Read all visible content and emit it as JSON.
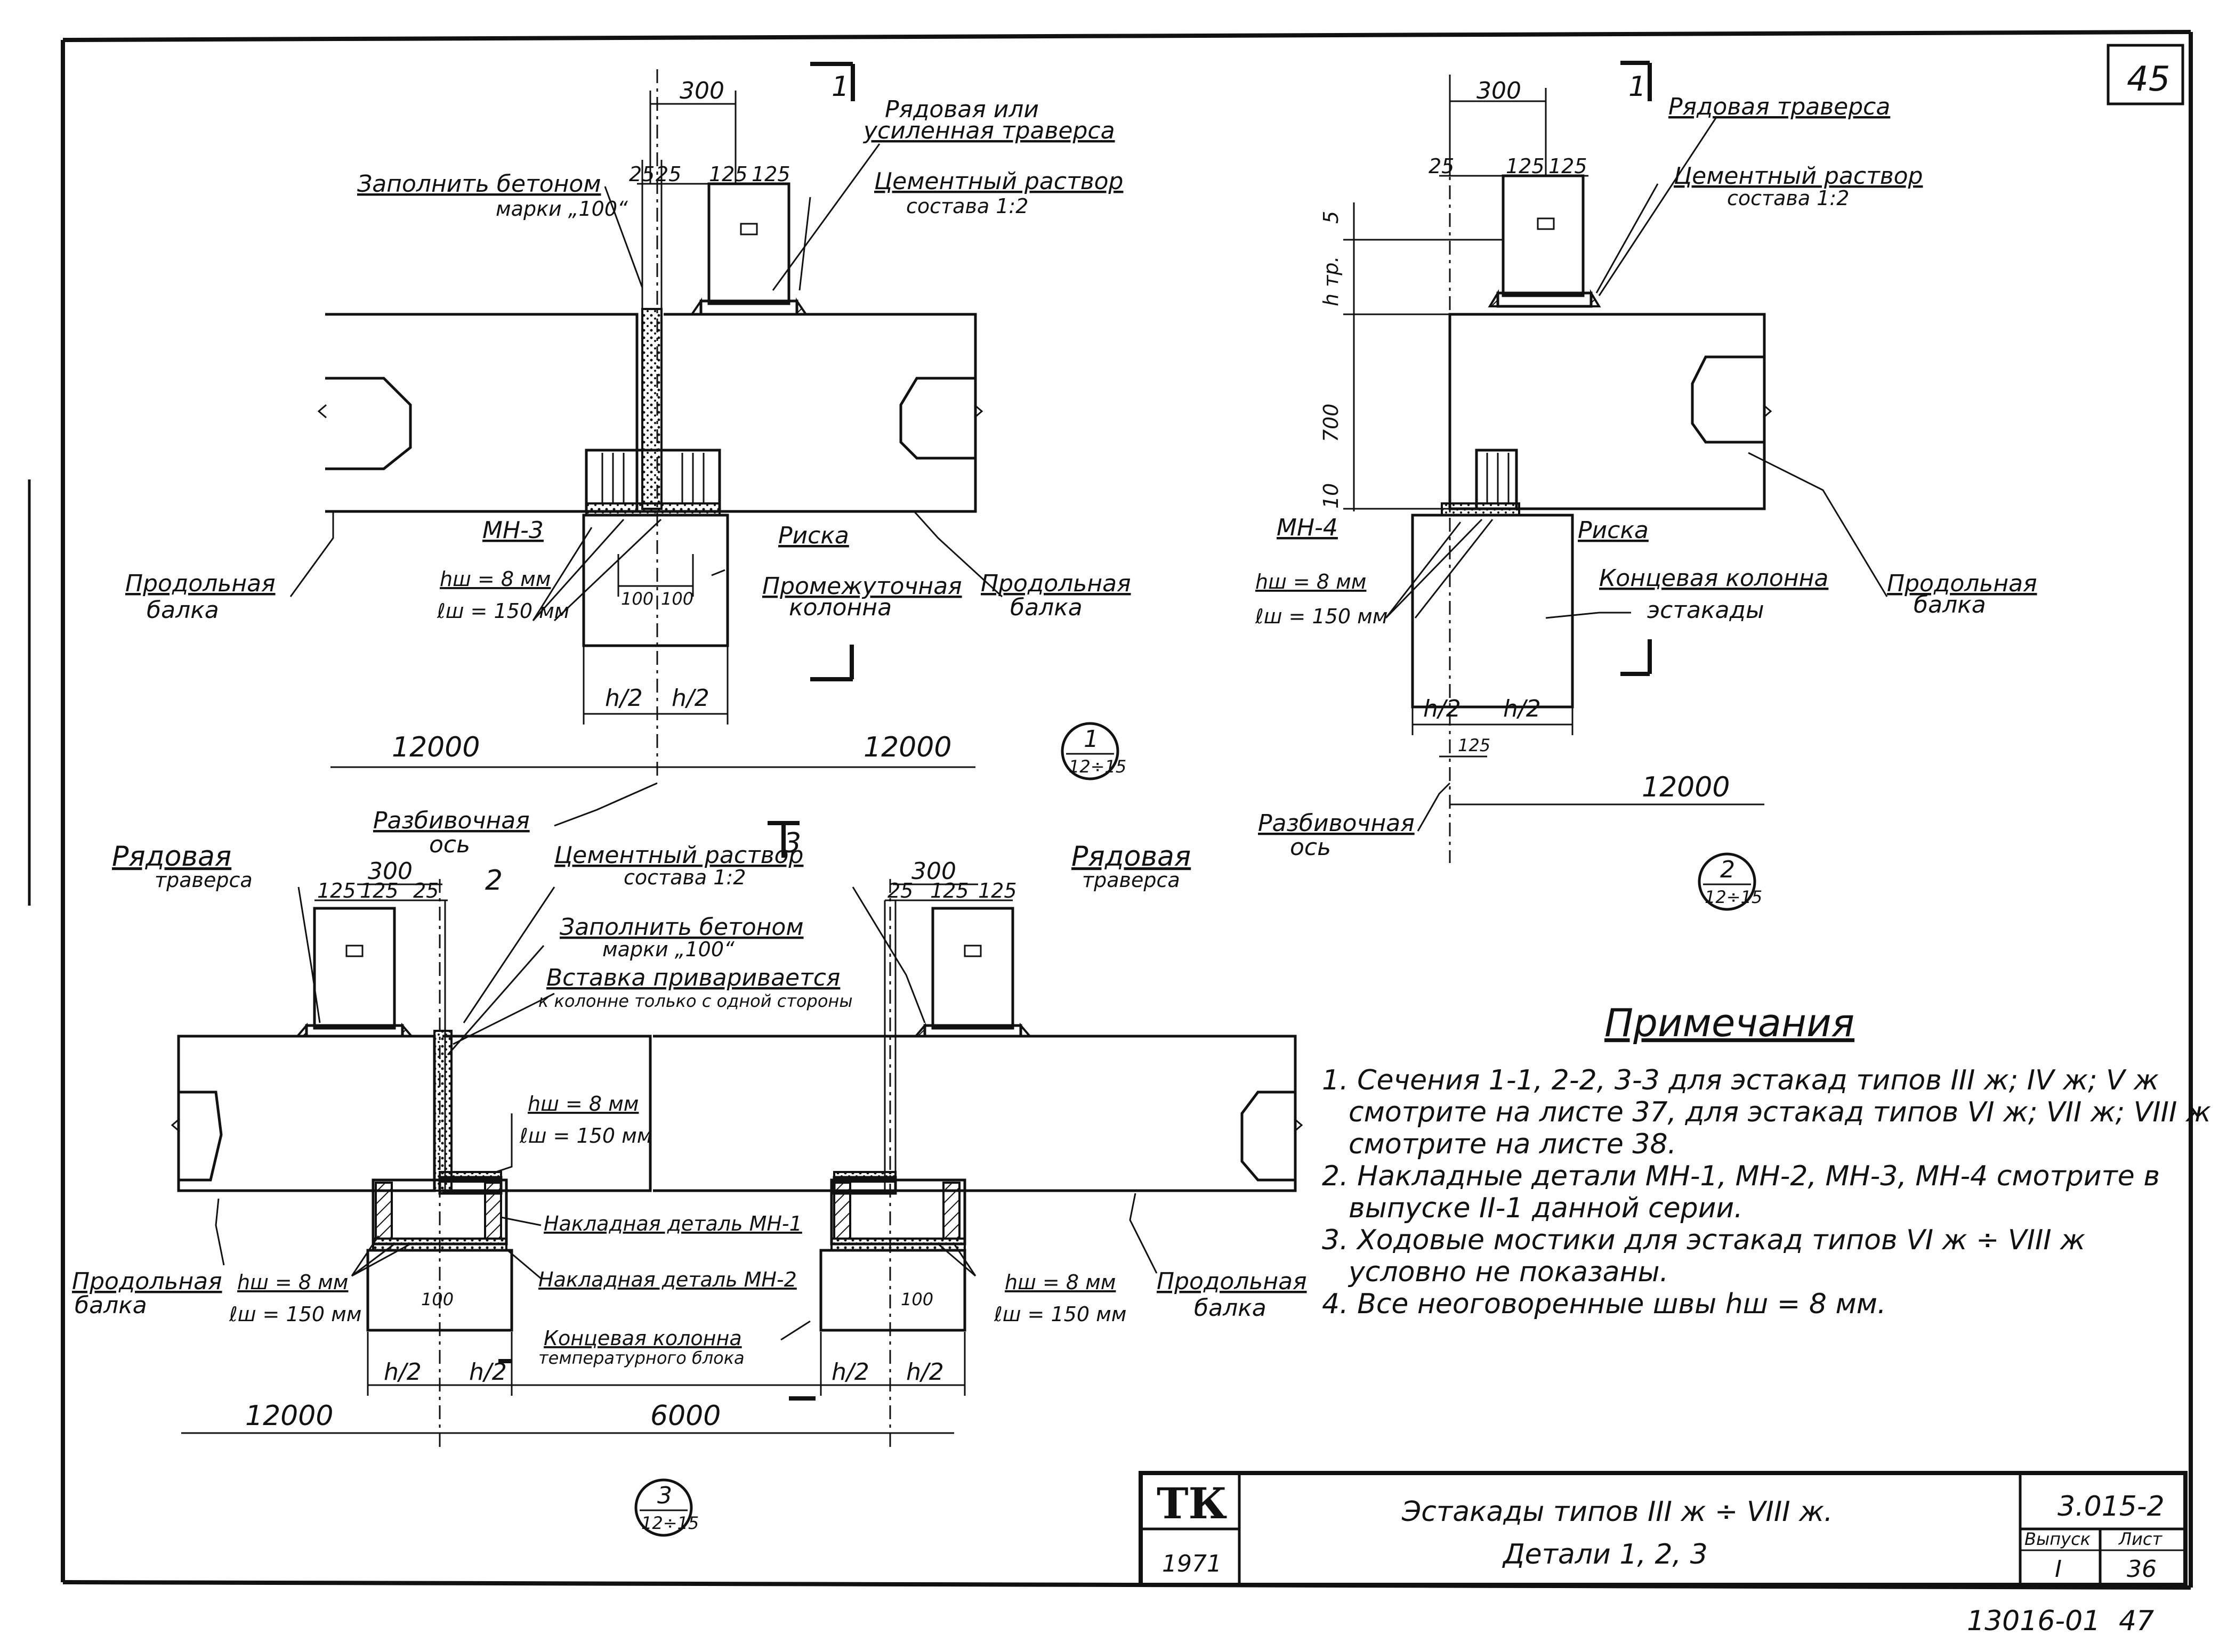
{
  "sheet": {
    "page_number_top": "45",
    "bottom_stamp": "13016-01",
    "bottom_number": "47"
  },
  "detail1": {
    "dim_top": "300",
    "dim_25a": "25",
    "dim_25b": "25",
    "dim_125": "125",
    "dim_125b": "125",
    "section_mark": "1",
    "label_traverse": "Рядовая или",
    "label_traverse2": "усиленная траверса",
    "label_fill1": "Заполнить бетоном",
    "label_fill2": "марки „100“",
    "label_mortar1": "Цементный раствор",
    "label_mortar2": "состава 1:2",
    "label_mn": "МН-3",
    "label_risk": "Риска",
    "label_hw": "hш = 8 мм",
    "label_lw": "ℓш = 150 мм",
    "label_dim100a": "100",
    "label_dim100b": "100",
    "label_col1": "Промежуточная",
    "label_col2": "колонна",
    "label_beam_l1": "Продольная",
    "label_beam_l2": "балка",
    "label_beam_r1": "Продольная",
    "label_beam_r2": "балка",
    "label_h2a": "h/2",
    "label_h2b": "h/2",
    "span_left": "12000",
    "span_right": "12000",
    "axis1": "Разбивочная",
    "axis2": "ось",
    "bubble_num": "1",
    "bubble_sub": "12÷15"
  },
  "detail2": {
    "dim_top": "300",
    "dim_25": "25",
    "dim_125a": "125",
    "dim_125b": "125",
    "section_mark": "1",
    "label_traverse": "Рядовая траверса",
    "label_mortar1": "Цементный раствор",
    "label_mortar2": "состава 1:2",
    "dim_5": "5",
    "dim_htr": "h тр.",
    "dim_700": "700",
    "dim_10": "10",
    "label_mn": "МН-4",
    "label_risk": "Риска",
    "label_hw": "hш = 8 мм",
    "label_lw": "ℓш = 150 мм",
    "label_col1": "Концевая колонна",
    "label_col2": "эстакады",
    "label_beam1": "Продольная",
    "label_beam2": "балка",
    "label_h2a": "h/2",
    "label_h2b": "h/2",
    "dim_125c": "125",
    "span": "12000",
    "axis1": "Разбивочная",
    "axis2": "ось",
    "bubble_num": "2",
    "bubble_sub": "12÷15"
  },
  "detail3": {
    "section_mark2": "2",
    "section_mark3": "3",
    "label_trav_l1": "Рядовая",
    "label_trav_l2": "траверса",
    "label_trav_r1": "Рядовая",
    "label_trav_r2": "траверса",
    "dim_300l": "300",
    "dim_125l1": "125",
    "dim_125l2": "125",
    "dim_25l": "25",
    "dim_300r": "300",
    "dim_25r": "25",
    "dim_125r1": "125",
    "dim_125r2": "125",
    "label_mortar1": "Цементный раствор",
    "label_mortar2": "состава 1:2",
    "label_fill1": "Заполнить бетоном",
    "label_fill2": "марки „100“",
    "label_insert1": "Вставка приваривается",
    "label_insert2": "к колонне только с одной стороны",
    "label_hw1": "hш = 8 мм",
    "label_lw1": "ℓш = 150 мм",
    "label_mn1": "Накладная деталь МН-1",
    "label_mn2": "Накладная деталь МН-2",
    "label_hw2": "hш = 8 мм",
    "label_lw2": "ℓш = 150 мм",
    "label_hw3": "hш = 8 мм",
    "label_lw3": "ℓш = 150 мм",
    "dim_100a": "100",
    "dim_100b": "100",
    "label_endcol1": "Концевая колонна",
    "label_endcol2": "температурного блока",
    "label_beam_l1": "Продольная",
    "label_beam_l2": "балка",
    "label_beam_r1": "Продольная",
    "label_beam_r2": "балка",
    "h2a": "h/2",
    "h2b": "h/2",
    "h2c": "h/2",
    "h2d": "h/2",
    "span_left": "12000",
    "span_right": "6000",
    "bubble_num": "3",
    "bubble_sub": "12÷15"
  },
  "notes": {
    "title": "Примечания",
    "n1a": "1. Сечения 1-1, 2-2, 3-3 для эстакад типов III ж; IV ж; V ж",
    "n1b": "смотрите на листе 37, для эстакад типов VI ж; VII ж; VIII ж",
    "n1c": "смотрите на листе 38.",
    "n2a": "2. Накладные детали МН-1, МН-2, МН-3, МН-4 смотрите в",
    "n2b": "выпуске II-1 данной серии.",
    "n3a": "3. Ходовые мостики для эстакад типов VI ж ÷ VIII ж",
    "n3b": "условно не показаны.",
    "n4": "4. Все неоговоренные швы hш = 8 мм."
  },
  "title_block": {
    "logo": "ТК",
    "year": "1971",
    "title1": "Эстакады типов III ж ÷ VIII ж.",
    "title2": "Детали 1, 2, 3",
    "code": "3.015-2",
    "issue_label": "Выпуск",
    "issue_value": "I",
    "sheet_label": "Лист",
    "sheet_value": "36"
  }
}
